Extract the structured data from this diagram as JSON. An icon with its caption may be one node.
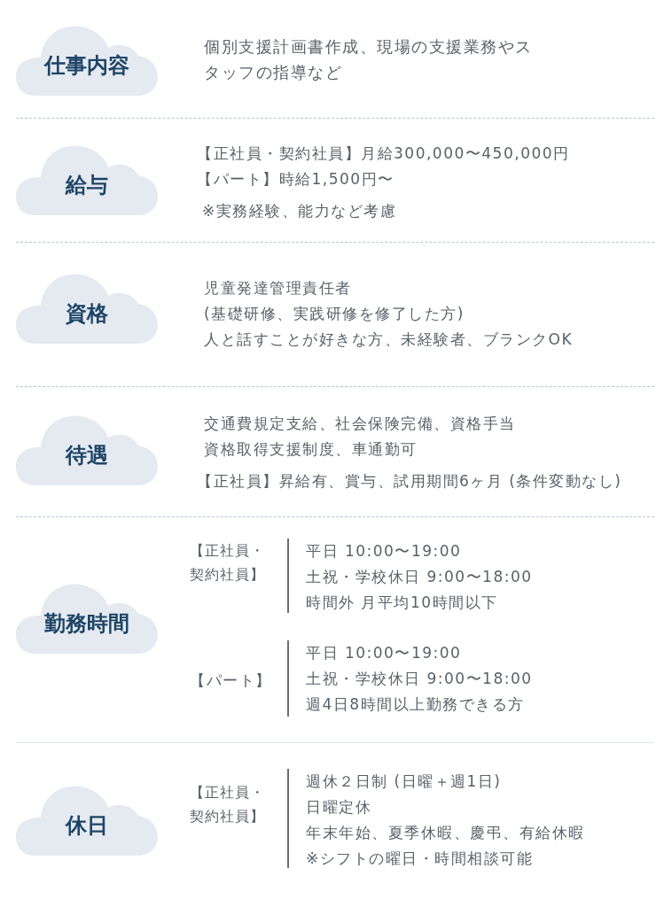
{
  "diagram": {
    "nodes": [
      {
        "text": [
          "仕事内容"
        ]
      },
      {
        "text": [
          "給与"
        ]
      },
      {
        "text": [
          "資格"
        ]
      },
      {
        "text": [
          "待遇"
        ]
      },
      {
        "text": [
          "勤務時間"
        ]
      },
      {
        "text": [
          "休日"
        ]
      }
    ],
    "labels": [
      "個別支援計画書作成、現場の支援業務やスタッフの指導など",
      "【正社員・契約社員】月給300,000〜450,000円",
      "【パート】時給1,500円〜",
      "※実務経験、能力など考慮",
      "児童発達管理責任者",
      "(基礎研修、実践研修を修了した方)",
      "人と話すことが好きな方、未経験者、ブランクOK",
      "交通費規定支給、社会保険完備、資格手当",
      "資格取得支援制度、車通勤可",
      "【正社員】昇給有、賞与、試用期間6ヶ月 (条件変動なし)",
      "【正社員・契約社員】",
      "平日 10:00〜19:00",
      "土祝・学校休日 9:00〜18:00",
      "時間外 月平均10時間以下",
      "【パート】",
      "平日 10:00〜19:00",
      "土祝・学校休日 9:00〜18:00",
      "週4日8時間以上勤務できる方",
      "【正社員・契約社員】",
      "週休２日制 (日曜＋週1日)",
      "日曜定休",
      "年末年始、夏季休暇、慶弔、有給休暇",
      "※シフトの曜日・時間相談可能"
    ]
  }
}
